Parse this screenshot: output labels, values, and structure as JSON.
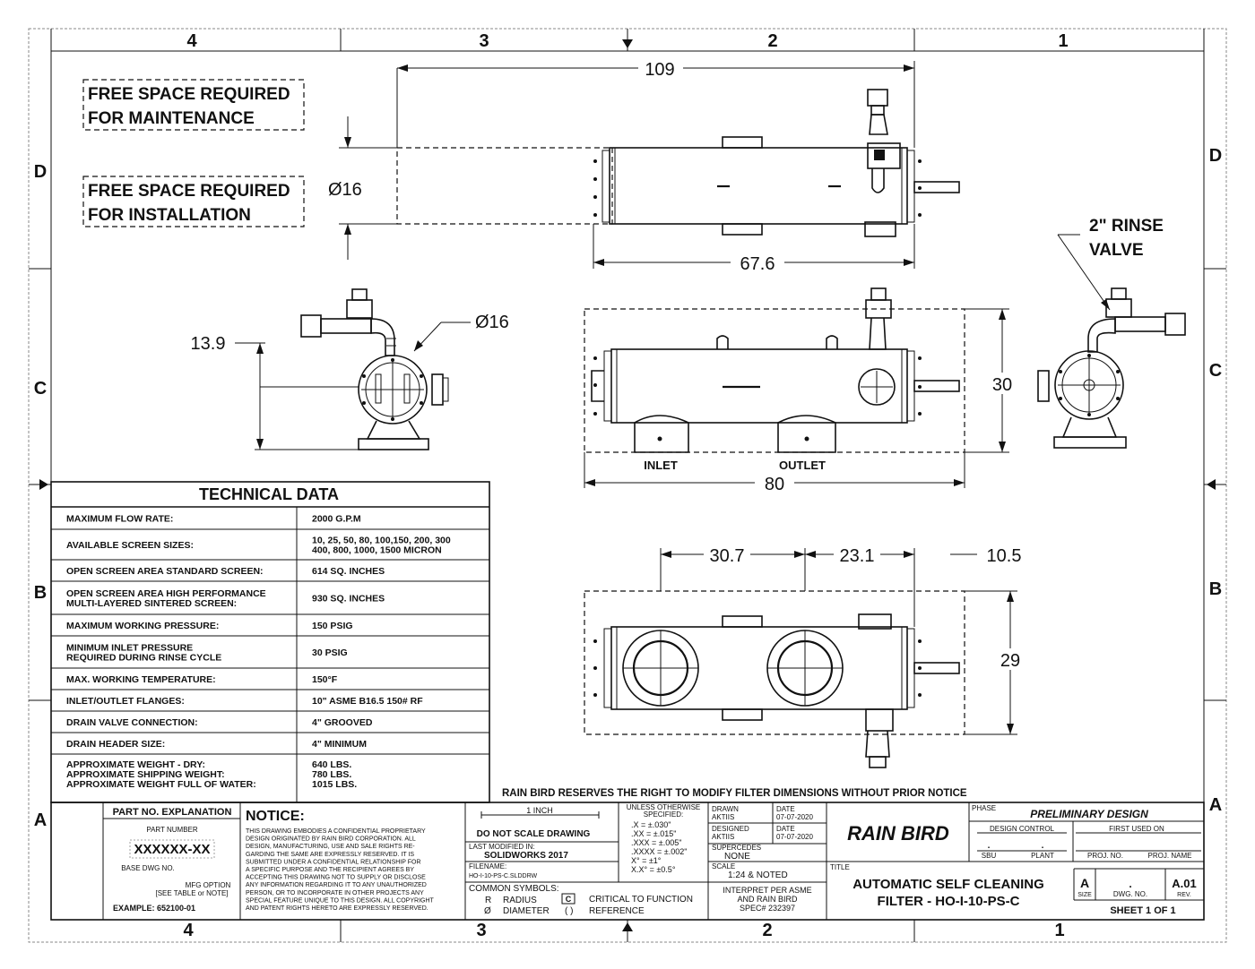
{
  "zones": {
    "top": [
      "4",
      "3",
      "2",
      "1"
    ],
    "bottom": [
      "4",
      "3",
      "2",
      "1"
    ],
    "left": [
      "D",
      "C",
      "B",
      "A"
    ],
    "right": [
      "D",
      "C",
      "B",
      "A"
    ]
  },
  "notes": {
    "maint_1": "FREE SPACE REQUIRED",
    "maint_2": "FOR MAINTENANCE",
    "inst_1": "FREE SPACE REQUIRED",
    "inst_2": "FOR INSTALLATION",
    "rinse_1": "2\" RINSE",
    "rinse_2": "VALVE",
    "inlet": "INLET",
    "outlet": "OUTLET",
    "disclaimer": "RAIN BIRD RESERVES THE RIGHT TO MODIFY FILTER DIMENSIONS WITHOUT PRIOR NOTICE"
  },
  "dims": {
    "d109": "109",
    "d16a": "Ø16",
    "d676": "67.6",
    "d139": "13.9",
    "d16b": "Ø16",
    "d30": "30",
    "d80": "80",
    "d307": "30.7",
    "d231": "23.1",
    "d105": "10.5",
    "d29": "29"
  },
  "tech": {
    "title": "TECHNICAL DATA",
    "rows": [
      {
        "k1": "MAXIMUM FLOW RATE:",
        "k2": "",
        "v1": "2000 G.P.M",
        "v2": ""
      },
      {
        "k1": "AVAILABLE SCREEN SIZES:",
        "k2": "",
        "v1": "10, 25, 50, 80, 100,150, 200, 300",
        "v2": "400, 800, 1000, 1500 MICRON"
      },
      {
        "k1": "OPEN SCREEN AREA STANDARD SCREEN:",
        "k2": "",
        "v1": "614 SQ. INCHES",
        "v2": ""
      },
      {
        "k1": "OPEN SCREEN AREA HIGH PERFORMANCE",
        "k2": "MULTI-LAYERED SINTERED SCREEN:",
        "v1": "930 SQ. INCHES",
        "v2": ""
      },
      {
        "k1": "MAXIMUM WORKING PRESSURE:",
        "k2": "",
        "v1": "150 PSIG",
        "v2": ""
      },
      {
        "k1": "MINIMUM INLET PRESSURE",
        "k2": "REQUIRED DURING RINSE CYCLE",
        "v1": "30 PSIG",
        "v2": ""
      },
      {
        "k1": "MAX. WORKING TEMPERATURE:",
        "k2": "",
        "v1": "150°F",
        "v2": ""
      },
      {
        "k1": "INLET/OUTLET FLANGES:",
        "k2": "",
        "v1": "10\" ASME B16.5 150# RF",
        "v2": ""
      },
      {
        "k1": "DRAIN VALVE CONNECTION:",
        "k2": "",
        "v1": "4\" GROOVED",
        "v2": ""
      },
      {
        "k1": "DRAIN HEADER SIZE:",
        "k2": "",
        "v1": "4\" MINIMUM",
        "v2": ""
      },
      {
        "k1": "APPROXIMATE WEIGHT - DRY:",
        "k2": "APPROXIMATE SHIPPING WEIGHT:",
        "k3": "APPROXIMATE  WEIGHT FULL OF WATER:",
        "v1": "640 LBS.",
        "v2": "780 LBS.",
        "v3": "1015 LBS."
      }
    ]
  },
  "title_block": {
    "part_expl": "PART NO. EXPLANATION",
    "part_number": "PART NUMBER",
    "part_code": "XXXXXX-XX",
    "base_dwg": "BASE DWG NO.",
    "mfg_option": "MFG OPTION",
    "see_table": "[SEE TABLE or NOTE]",
    "example": "EXAMPLE: 652100-01",
    "notice": "NOTICE:",
    "notice_lines": [
      "THIS DRAWING EMBODIES A CONFIDENTIAL PROPRIETARY",
      "DESIGN ORIGINATED BY RAIN BIRD CORPORATION. ALL",
      "DESIGN, MANUFACTURING, USE AND SALE RIGHTS RE-",
      "GARDING THE SAME ARE EXPRESSLY RESERVED. IT IS",
      "SUBMITTED UNDER A CONFIDENTIAL RELATIONSHIP FOR",
      "A SPECIFIC PURPOSE AND THE RECIPIENT AGREES BY",
      "ACCEPTING THIS DRAWING NOT TO SUPPLY OR DISCLOSE",
      "ANY INFORMATION REGARDING IT TO ANY UNAUTHORIZED",
      "PERSON, OR TO INCORPORATE IN OTHER PROJECTS ANY",
      "SPECIAL FEATURE UNIQUE TO THIS DESIGN. ALL COPYRIGHT",
      "AND PATENT RIGHTS HERETO ARE EXPRESSLY RESERVED."
    ],
    "one_inch": "1 INCH",
    "do_not_scale": "DO NOT SCALE DRAWING",
    "last_modified_lbl": "LAST MODIFIED IN:",
    "last_modified": "SOLIDWORKS 2017",
    "filename_lbl": "FILENAME:",
    "filename": "HO-I-10-PS-C.SLDDRW",
    "common_symbols": "COMMON SYMBOLS:",
    "sym_r": "R",
    "sym_radius": "RADIUS",
    "sym_phi": "Ø",
    "sym_diameter": "DIAMETER",
    "sym_c": "C",
    "sym_critical": "CRITICAL TO FUNCTION",
    "sym_paren": "(  )",
    "sym_reference": "REFERENCE",
    "tol_head1": "UNLESS OTHERWISE",
    "tol_head2": "SPECIFIED:",
    "tolerances": [
      ".X     = ±.030\"",
      ".XX    = ±.015\"",
      ".XXX   = ±.005\"",
      ".XXXX = ±.002\"",
      "X°      = ±1°",
      "X.X°   = ±0.5°"
    ],
    "drawn_lbl": "DRAWN",
    "drawn": "AKTIIS",
    "date_lbl": "DATE",
    "drawn_date": "07-07-2020",
    "designed_lbl": "DESIGNED",
    "designed": "AKTIIS",
    "designed_date": "07-07-2020",
    "supersedes_lbl": "SUPERCEDES",
    "supersedes": "NONE",
    "scale_lbl": "SCALE",
    "scale": "1:24 & NOTED",
    "interpret_1": "INTERPRET PER ASME",
    "interpret_2": "AND RAIN BIRD",
    "interpret_3": "SPEC# 232397",
    "logo": "RAIN BIRD",
    "phase_lbl": "PHASE",
    "phase": "PRELIMINARY DESIGN",
    "design_control": "DESIGN CONTROL",
    "first_used": "FIRST USED ON",
    "dot": ".",
    "sbu": "SBU",
    "plant": "PLANT",
    "proj_no": "PROJ. NO.",
    "proj_name": "PROJ. NAME",
    "title_lbl": "TITLE",
    "title_1": "AUTOMATIC SELF CLEANING",
    "title_2": "FILTER - HO-I-10-PS-C",
    "size": "A",
    "size_lbl": "SIZE",
    "dwg_no_lbl": "DWG. NO.",
    "rev": "A.01",
    "rev_lbl": "REV.",
    "sheet": "SHEET  1  OF  1"
  },
  "colors": {
    "ink": "#111111",
    "paper": "#ffffff",
    "frame": "#888888"
  }
}
